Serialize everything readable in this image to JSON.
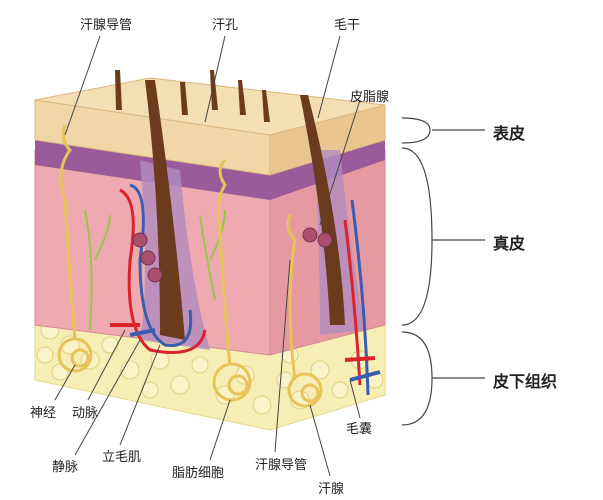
{
  "labels": {
    "sweat_duct_top": "汗腺导管",
    "sweat_pore": "汗孔",
    "hair_shaft": "毛干",
    "sebaceous_gland": "皮脂腺",
    "nerve": "神经",
    "artery": "动脉",
    "vein": "静脉",
    "arrector_pili": "立毛肌",
    "fat_cells": "脂肪细胞",
    "sweat_duct_bottom": "汗腺导管",
    "sweat_gland": "汗腺",
    "hair_follicle": "毛囊"
  },
  "layers": {
    "epidermis": "表皮",
    "dermis": "真皮",
    "subcutaneous": "皮下组织"
  },
  "colors": {
    "epidermis": "#f1d6a8",
    "dermis": "#eeaab0",
    "basal": "#9b5a9a",
    "fat": "#f7eeb5",
    "hair": "#6b3b1e",
    "artery": "#d8242a",
    "vein": "#3a5db0",
    "nerve": "#9cc54a",
    "gland": "#e8c35a"
  }
}
